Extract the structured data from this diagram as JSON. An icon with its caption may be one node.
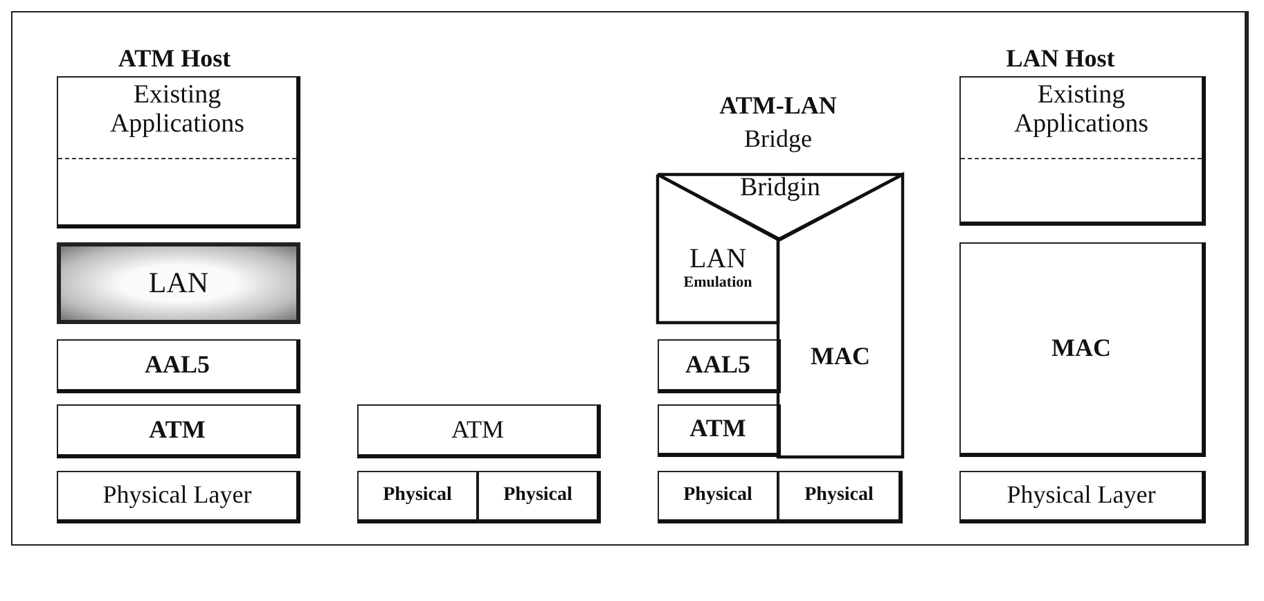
{
  "diagram": {
    "nodes": [
      {
        "text": [
          "Existing Applications"
        ]
      },
      {
        "text": [
          "LAN"
        ]
      },
      {
        "text": [
          "AAL5"
        ]
      },
      {
        "text": [
          "ATM"
        ]
      },
      {
        "text": [
          "Physical Layer"
        ]
      },
      {
        "text": [
          "ATM"
        ]
      },
      {
        "text": [
          "Physical"
        ]
      },
      {
        "text": [
          "Physical"
        ]
      },
      {
        "text": [
          "Bridgin"
        ]
      },
      {
        "text": [
          "LAN",
          "Emulation"
        ]
      },
      {
        "text": [
          "AAL5"
        ]
      },
      {
        "text": [
          "ATM"
        ]
      },
      {
        "text": [
          "MAC"
        ]
      },
      {
        "text": [
          "Physical"
        ]
      },
      {
        "text": [
          "Physical"
        ]
      },
      {
        "text": [
          "Existing Applications"
        ]
      },
      {
        "text": [
          "MAC"
        ]
      },
      {
        "text": [
          "Physical Layer"
        ]
      }
    ],
    "labels": [
      "ATM Host",
      "ATM-LAN",
      "Bridge",
      "LAN Host"
    ]
  }
}
